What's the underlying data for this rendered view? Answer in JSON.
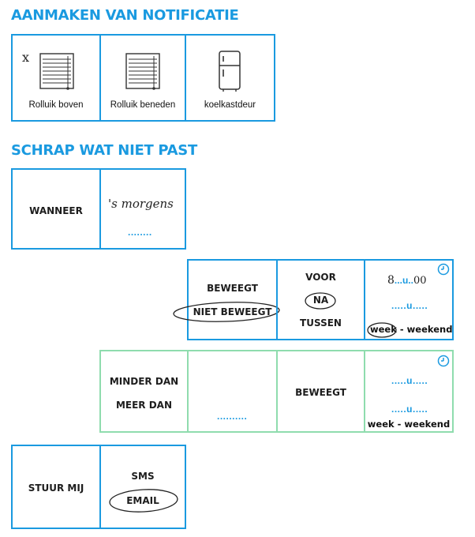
{
  "headings": {
    "notification": "AANMAKEN VAN NOTIFICATIE",
    "strike": "SCHRAP WAT NIET PAST"
  },
  "devices": [
    {
      "label": "Rolluik boven",
      "icon": "shutter-icon",
      "handwritten_mark": "x"
    },
    {
      "label": "Rolluik beneden",
      "icon": "shutter-icon"
    },
    {
      "label": "koelkastdeur",
      "icon": "fridge-icon"
    }
  ],
  "when": {
    "label": "WANNEER",
    "handwritten": "'s morgens",
    "blank": "........"
  },
  "row_moves": {
    "option_moves": "BEWEEGT",
    "option_not_moves": "NIET BEWEEGT",
    "voor": "VOOR",
    "na": "NA",
    "tussen": "TUSSEN",
    "time1_hour": "8",
    "time1_sep": "u",
    "time1_min": "00",
    "time2": ".....u.....",
    "week": "week",
    "weekend": "- weekend",
    "clock_icon": "clock-icon"
  },
  "row_count": {
    "less": "MINDER DAN",
    "more": "MEER DAN",
    "blank": "..........",
    "moves": "BEWEEGT",
    "time1": ".....u.....",
    "time2": ".....u.....",
    "week_weekend": "week - weekend",
    "clock_icon": "clock-icon"
  },
  "send": {
    "label": "STUUR MIJ",
    "sms": "SMS",
    "email": "EMAIL"
  },
  "colors": {
    "accent_blue": "#1a9ae0",
    "accent_green": "#8fdcae"
  }
}
